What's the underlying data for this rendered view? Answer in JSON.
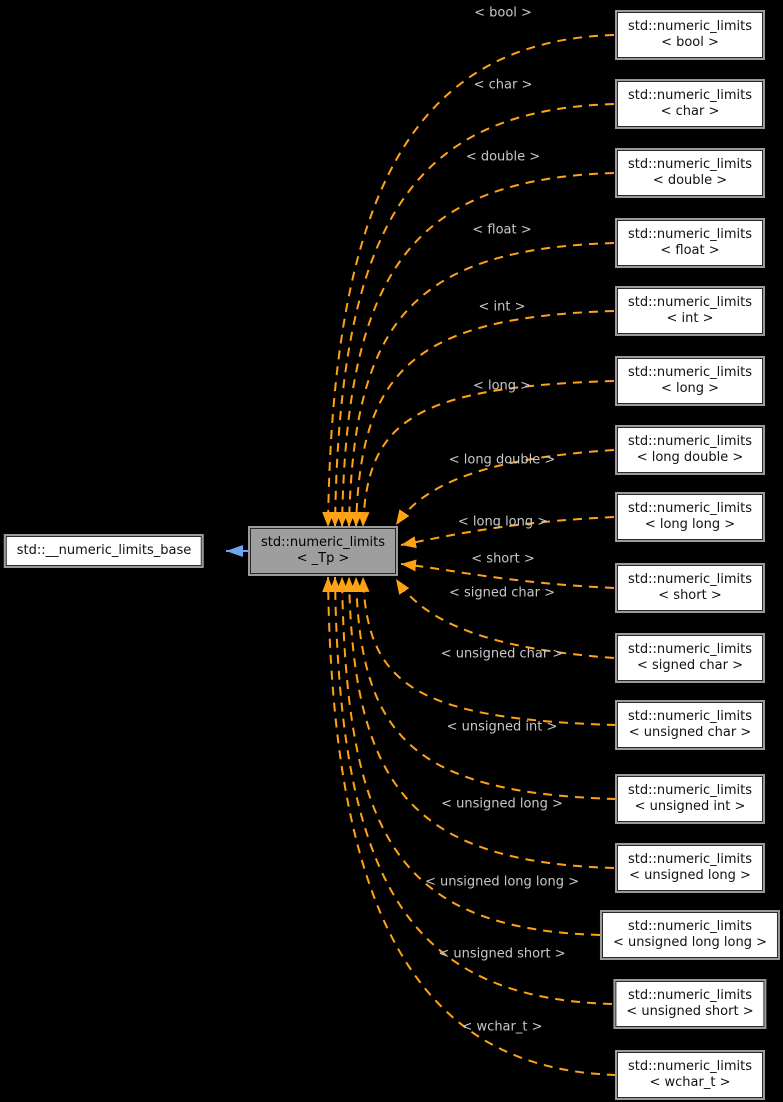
{
  "base_node": {
    "label": "std::__numeric_limits_base"
  },
  "template_node": {
    "line1": "std::numeric_limits",
    "line2": "< _Tp >"
  },
  "specializations": [
    {
      "edge_label": "< bool >",
      "line1": "std::numeric_limits",
      "line2": "< bool >"
    },
    {
      "edge_label": "< char >",
      "line1": "std::numeric_limits",
      "line2": "< char >"
    },
    {
      "edge_label": "< double >",
      "line1": "std::numeric_limits",
      "line2": "< double >"
    },
    {
      "edge_label": "< float >",
      "line1": "std::numeric_limits",
      "line2": "< float >"
    },
    {
      "edge_label": "< int >",
      "line1": "std::numeric_limits",
      "line2": "< int >"
    },
    {
      "edge_label": "< long >",
      "line1": "std::numeric_limits",
      "line2": "< long >"
    },
    {
      "edge_label": "< long double >",
      "line1": "std::numeric_limits",
      "line2": "< long double >"
    },
    {
      "edge_label": "< long long >",
      "line1": "std::numeric_limits",
      "line2": "< long long >"
    },
    {
      "edge_label": "< short >",
      "line1": "std::numeric_limits",
      "line2": "< short >"
    },
    {
      "edge_label": "< signed char >",
      "line1": "std::numeric_limits",
      "line2": "< signed char >"
    },
    {
      "edge_label": "< unsigned char >",
      "line1": "std::numeric_limits",
      "line2": "< unsigned char >"
    },
    {
      "edge_label": "< unsigned int >",
      "line1": "std::numeric_limits",
      "line2": "< unsigned int >"
    },
    {
      "edge_label": "< unsigned long >",
      "line1": "std::numeric_limits",
      "line2": "< unsigned long >"
    },
    {
      "edge_label": "< unsigned long long >",
      "line1": "std::numeric_limits",
      "line2": "< unsigned long long >"
    },
    {
      "edge_label": "< unsigned short >",
      "line1": "std::numeric_limits",
      "line2": "< unsigned short >"
    },
    {
      "edge_label": "< wchar_t >",
      "line1": "std::numeric_limits",
      "line2": "< wchar_t >"
    }
  ],
  "colors": {
    "background": "#000000",
    "instantiation_edge": "#ffa216",
    "inheritance_edge": "#6ca6f2",
    "node_fill": "#ffffff",
    "template_node_fill": "#9e9e9e",
    "node_border_inner": "#282828",
    "node_border_outer": "#9a9a9a",
    "edge_label_text": "#c8c8c8"
  }
}
